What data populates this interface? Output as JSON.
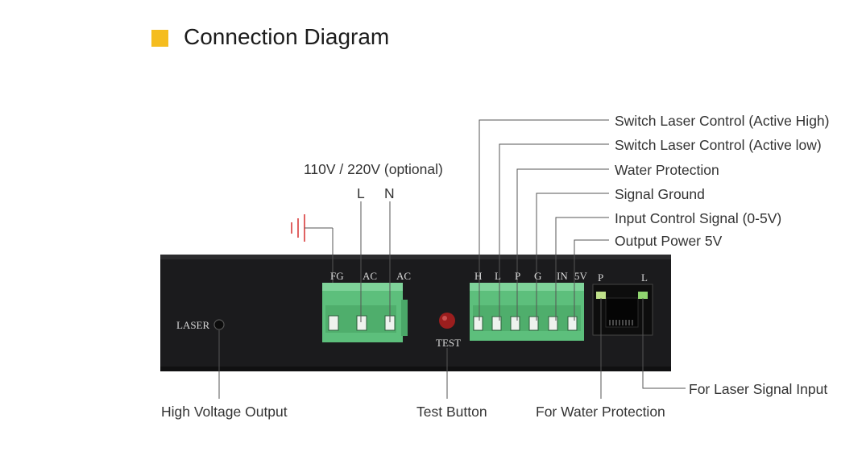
{
  "title": "Connection Diagram",
  "colors": {
    "accent": "#f5bd1f",
    "terminal_green": "#5dbf7c",
    "device_body": "#1b1b1d",
    "ground_symbol": "#d83a3a"
  },
  "power_label": "110V / 220V (optional)",
  "power_pins": {
    "l": "L",
    "n": "N"
  },
  "right_callouts": [
    "Switch Laser Control (Active High)",
    "Switch Laser Control (Active low)",
    "Water Protection",
    "Signal Ground",
    "Input Control Signal (0-5V)",
    "Output Power 5V"
  ],
  "device": {
    "laser_label": "LASER",
    "test_label": "TEST",
    "power_terminals": [
      "FG",
      "AC",
      "AC"
    ],
    "signal_terminals": [
      "H",
      "L",
      "P",
      "G",
      "IN",
      "5V"
    ],
    "rj45_leds": [
      "P",
      "L"
    ]
  },
  "bottom_callouts": {
    "high_voltage": "High Voltage Output",
    "test_button": "Test Button",
    "water_protection": "For Water Protection",
    "laser_signal": "For Laser Signal Input"
  }
}
